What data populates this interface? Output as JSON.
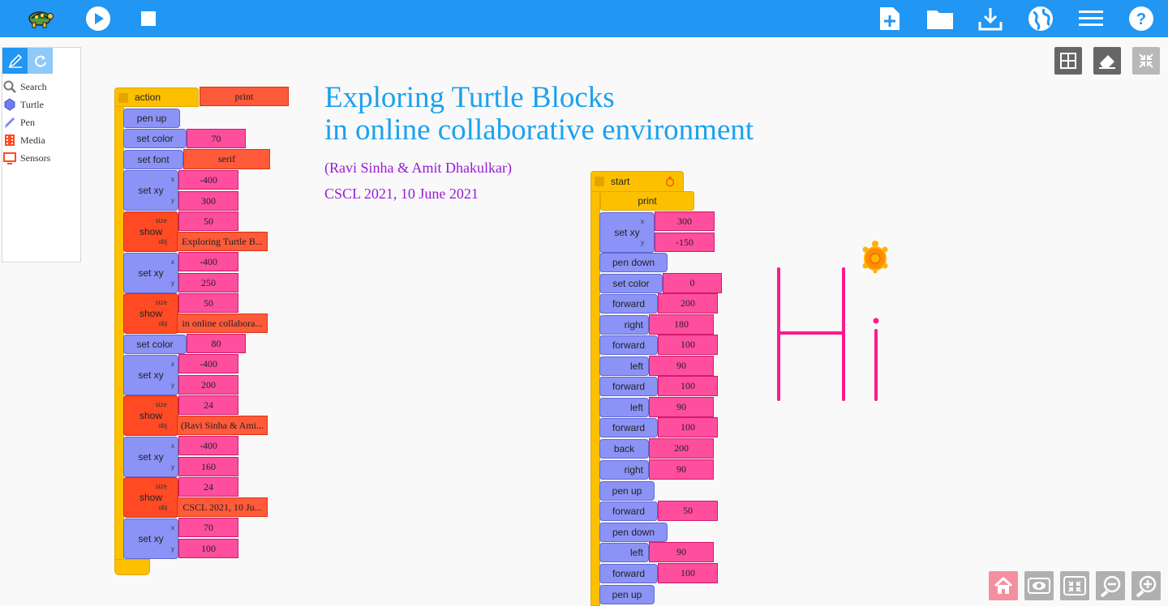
{
  "toolbar": {
    "logo_icon": "turtle-logo-icon",
    "buttons": [
      "run-icon",
      "stop-icon",
      "new-project-icon",
      "open-folder-icon",
      "save-download-icon",
      "language-globe-icon",
      "menu-icon",
      "help-icon"
    ]
  },
  "palette": {
    "tabs": [
      "pencil-icon",
      "refresh-icon"
    ],
    "items": [
      {
        "label": "Search",
        "icon": "search-icon"
      },
      {
        "label": "Turtle",
        "icon": "turtle-icon"
      },
      {
        "label": "Pen",
        "icon": "pen-icon"
      },
      {
        "label": "Media",
        "icon": "media-icon"
      },
      {
        "label": "Sensors",
        "icon": "sensors-icon"
      }
    ]
  },
  "canvas_tools": [
    "grid-icon",
    "eraser-icon",
    "collapse-icon"
  ],
  "bottom_tools": [
    "home-icon",
    "hide-blocks-eye-icon",
    "collapse-blocks-icon",
    "zoom-out-icon",
    "zoom-in-icon"
  ],
  "heading": {
    "line1": "Exploring Turtle Blocks",
    "line2": "in online collaborative environment",
    "authors": "(Ravi Sinha & Amit Dhakulkar)",
    "event": "CSCL 2021,  10 June 2021"
  },
  "action_stack": {
    "name": "action",
    "print_label": "print",
    "pen_up": "pen up",
    "set_color": "set color",
    "set_font": "set font",
    "set_xy": "set xy",
    "show": "show",
    "x": "x",
    "y": "y",
    "size": "size",
    "obj": "obj",
    "color1": "70",
    "font": "serif",
    "xy1": [
      "-400",
      "300"
    ],
    "show1": [
      "50",
      "Exploring Turtle B..."
    ],
    "xy2": [
      "-400",
      "250"
    ],
    "show2": [
      "50",
      "in online collabora..."
    ],
    "color2": "80",
    "xy3": [
      "-400",
      "200"
    ],
    "show3": [
      "24",
      "(Ravi Sinha & Ami..."
    ],
    "xy4": [
      "-400",
      "160"
    ],
    "show4": [
      "24",
      "CSCL 2021,  10 Ju..."
    ],
    "xy5": [
      "70",
      "100"
    ]
  },
  "start_stack": {
    "name": "start",
    "print": "print",
    "set_xy": "set xy",
    "x": "x",
    "y": "y",
    "xy": [
      "300",
      "-150"
    ],
    "pen_down": "pen down",
    "pen_up": "pen up",
    "set_color": "set color",
    "color": "0",
    "forward": "forward",
    "right": "right",
    "left": "left",
    "back": "back",
    "v_forward1": "200",
    "v_right1": "180",
    "v_forward2": "100",
    "v_left1": "90",
    "v_forward3": "100",
    "v_left2": "90",
    "v_forward4": "100",
    "v_back": "200",
    "v_right2": "90",
    "v_forward5": "50",
    "v_left3": "90",
    "v_forward6": "100"
  },
  "drawing": {
    "stroke_color": "#ff1a8c",
    "text": "Hi"
  }
}
